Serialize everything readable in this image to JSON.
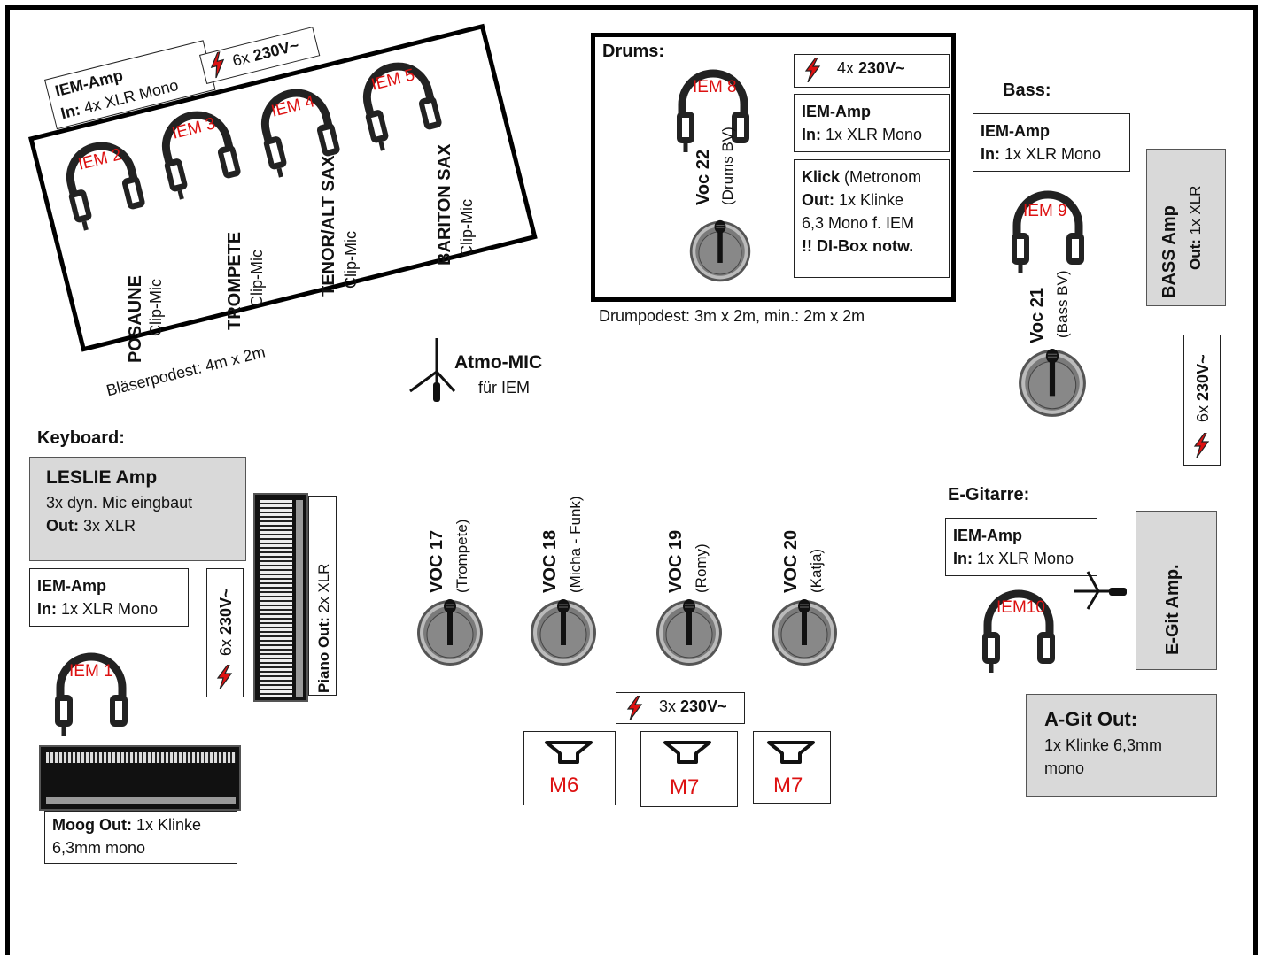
{
  "blaeser": {
    "iem_amp_title": "IEM-Amp",
    "iem_amp_in_label": "In:",
    "iem_amp_in_value": "4x XLR Mono",
    "power_count": "6x",
    "power_value": "230V~",
    "podest": "Bläserpodest: 4m x 2m",
    "players": [
      {
        "iem": "IEM 2",
        "name": "POSAUNE",
        "mic": "Clip-Mic"
      },
      {
        "iem": "IEM 3",
        "name": "TROMPETE",
        "mic": "Clip-Mic"
      },
      {
        "iem": "IEM 4",
        "name": "TENOR/ALT SAX",
        "mic": "Clip-Mic"
      },
      {
        "iem": "IEM 5",
        "name": "BARITON SAX",
        "mic": "Clip-Mic"
      }
    ]
  },
  "drums": {
    "title": "Drums:",
    "iem": "IEM 8",
    "voc": "Voc 22",
    "voc_sub": "(Drums BV)",
    "power_count": "4x",
    "power_value": "230V~",
    "iem_amp_title": "IEM-Amp",
    "iem_amp_in_label": "In:",
    "iem_amp_in_value": "1x XLR Mono",
    "klick_title": "Klick",
    "klick_sub": "(Metronom",
    "klick_out_label": "Out:",
    "klick_out_value": "1x Klinke",
    "klick_line2": "6,3 Mono f. IEM",
    "klick_note": "!! DI-Box notw.",
    "podest": "Drumpodest: 3m x 2m, min.: 2m x 2m"
  },
  "bass": {
    "title": "Bass:",
    "iem_amp_title": "IEM-Amp",
    "iem_amp_in_label": "In:",
    "iem_amp_in_value": "1x XLR Mono",
    "iem": "IEM 9",
    "voc": "Voc 21",
    "voc_sub": "(Bass BV)",
    "amp_title": "BASS Amp",
    "amp_out_label": "Out:",
    "amp_out_value": "1x XLR",
    "power_count": "6x",
    "power_value": "230V~"
  },
  "atmo": {
    "title": "Atmo-MIC",
    "sub": "für IEM"
  },
  "keyboard": {
    "title": "Keyboard:",
    "leslie_title": "LESLIE Amp",
    "leslie_line": "3x dyn. Mic eingbaut",
    "leslie_out_label": "Out:",
    "leslie_out_value": "3x XLR",
    "iem_amp_title": "IEM-Amp",
    "iem_amp_in_label": "In:",
    "iem_amp_in_value": "1x XLR Mono",
    "iem": "IEM 1",
    "power_count": "6x",
    "power_value": "230V~",
    "piano_out_label": "Piano Out:",
    "piano_out_value": "2x XLR",
    "moog_out_label": "Moog Out:",
    "moog_out_value": "1x Klinke",
    "moog_line2": "6,3mm mono"
  },
  "vocals": [
    {
      "name": "VOC 17",
      "sub": "(Trompete)"
    },
    {
      "name": "VOC 18",
      "sub": "(Micha - Funk)"
    },
    {
      "name": "VOC 19",
      "sub": "(Romy)"
    },
    {
      "name": "VOC 20",
      "sub": "(Katja)"
    }
  ],
  "front_power": {
    "count": "3x",
    "value": "230V~"
  },
  "monitors": [
    "M6",
    "M7",
    "M7"
  ],
  "egit": {
    "title": "E-Gitarre:",
    "iem_amp_title": "IEM-Amp",
    "iem_amp_in_label": "In:",
    "iem_amp_in_value": "1x XLR Mono",
    "iem": "IEM10",
    "amp": "E-Git Amp."
  },
  "agit": {
    "title": "A-Git Out:",
    "line1": "1x Klinke 6,3mm",
    "line2": "mono"
  },
  "icons": {
    "headphones": "headphones-icon",
    "mic": "microphone-icon",
    "power": "lightning-icon",
    "monitor": "wedge-monitor-icon"
  },
  "colors": {
    "iem_label": "#dd1111",
    "amp_fill": "#d9d9d9",
    "lightning": "#dd1111"
  }
}
